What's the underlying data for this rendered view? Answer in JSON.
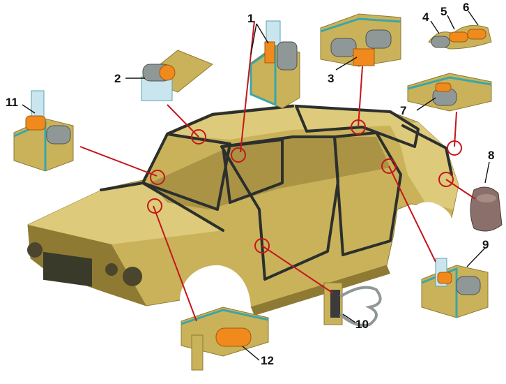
{
  "colors": {
    "body": "#c9b25a",
    "body_light": "#ddca7a",
    "body_shadow": "#8f7a33",
    "seal": "#2b2f2e",
    "pointer": "#c4161c",
    "seal_orange": "#f08a1c",
    "metal_teal": "#3aa6a8",
    "rubber_gray": "#8f9896",
    "glass": "#c9e6ee"
  },
  "callouts": [
    {
      "id": "callout-1",
      "label": "1"
    },
    {
      "id": "callout-2",
      "label": "2"
    },
    {
      "id": "callout-3",
      "label": "3"
    },
    {
      "id": "callout-4",
      "label": "4"
    },
    {
      "id": "callout-5",
      "label": "5"
    },
    {
      "id": "callout-6",
      "label": "6"
    },
    {
      "id": "callout-7",
      "label": "7"
    },
    {
      "id": "callout-8",
      "label": "8"
    },
    {
      "id": "callout-9",
      "label": "9"
    },
    {
      "id": "callout-10",
      "label": "10"
    },
    {
      "id": "callout-11",
      "label": "11"
    },
    {
      "id": "callout-12",
      "label": "12"
    }
  ]
}
